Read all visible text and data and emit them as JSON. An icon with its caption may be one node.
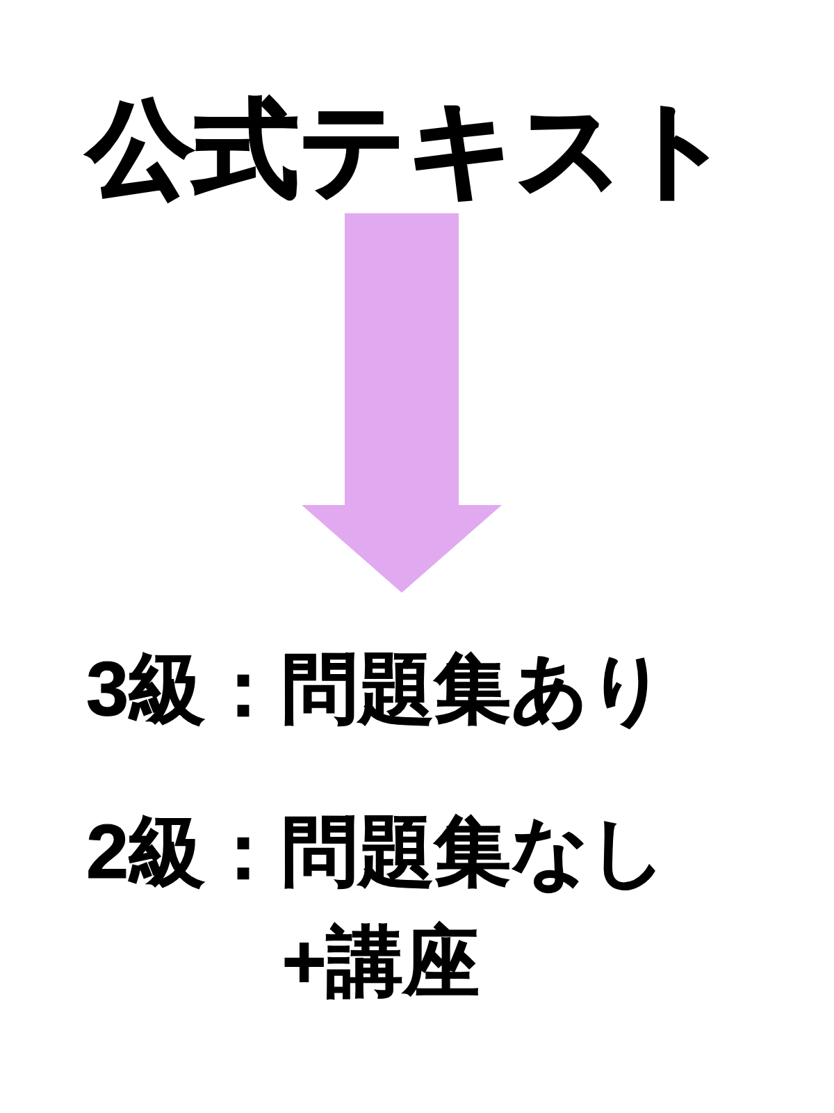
{
  "diagram": {
    "nodes": [
      {
        "text": [
          "公式テキスト"
        ]
      },
      {
        "text": [
          "3級：問題集あり",
          "2級：問題集なし+講座"
        ]
      }
    ],
    "edges": [
      {
        "from": 0,
        "to": 1,
        "arrow": "to"
      }
    ]
  }
}
